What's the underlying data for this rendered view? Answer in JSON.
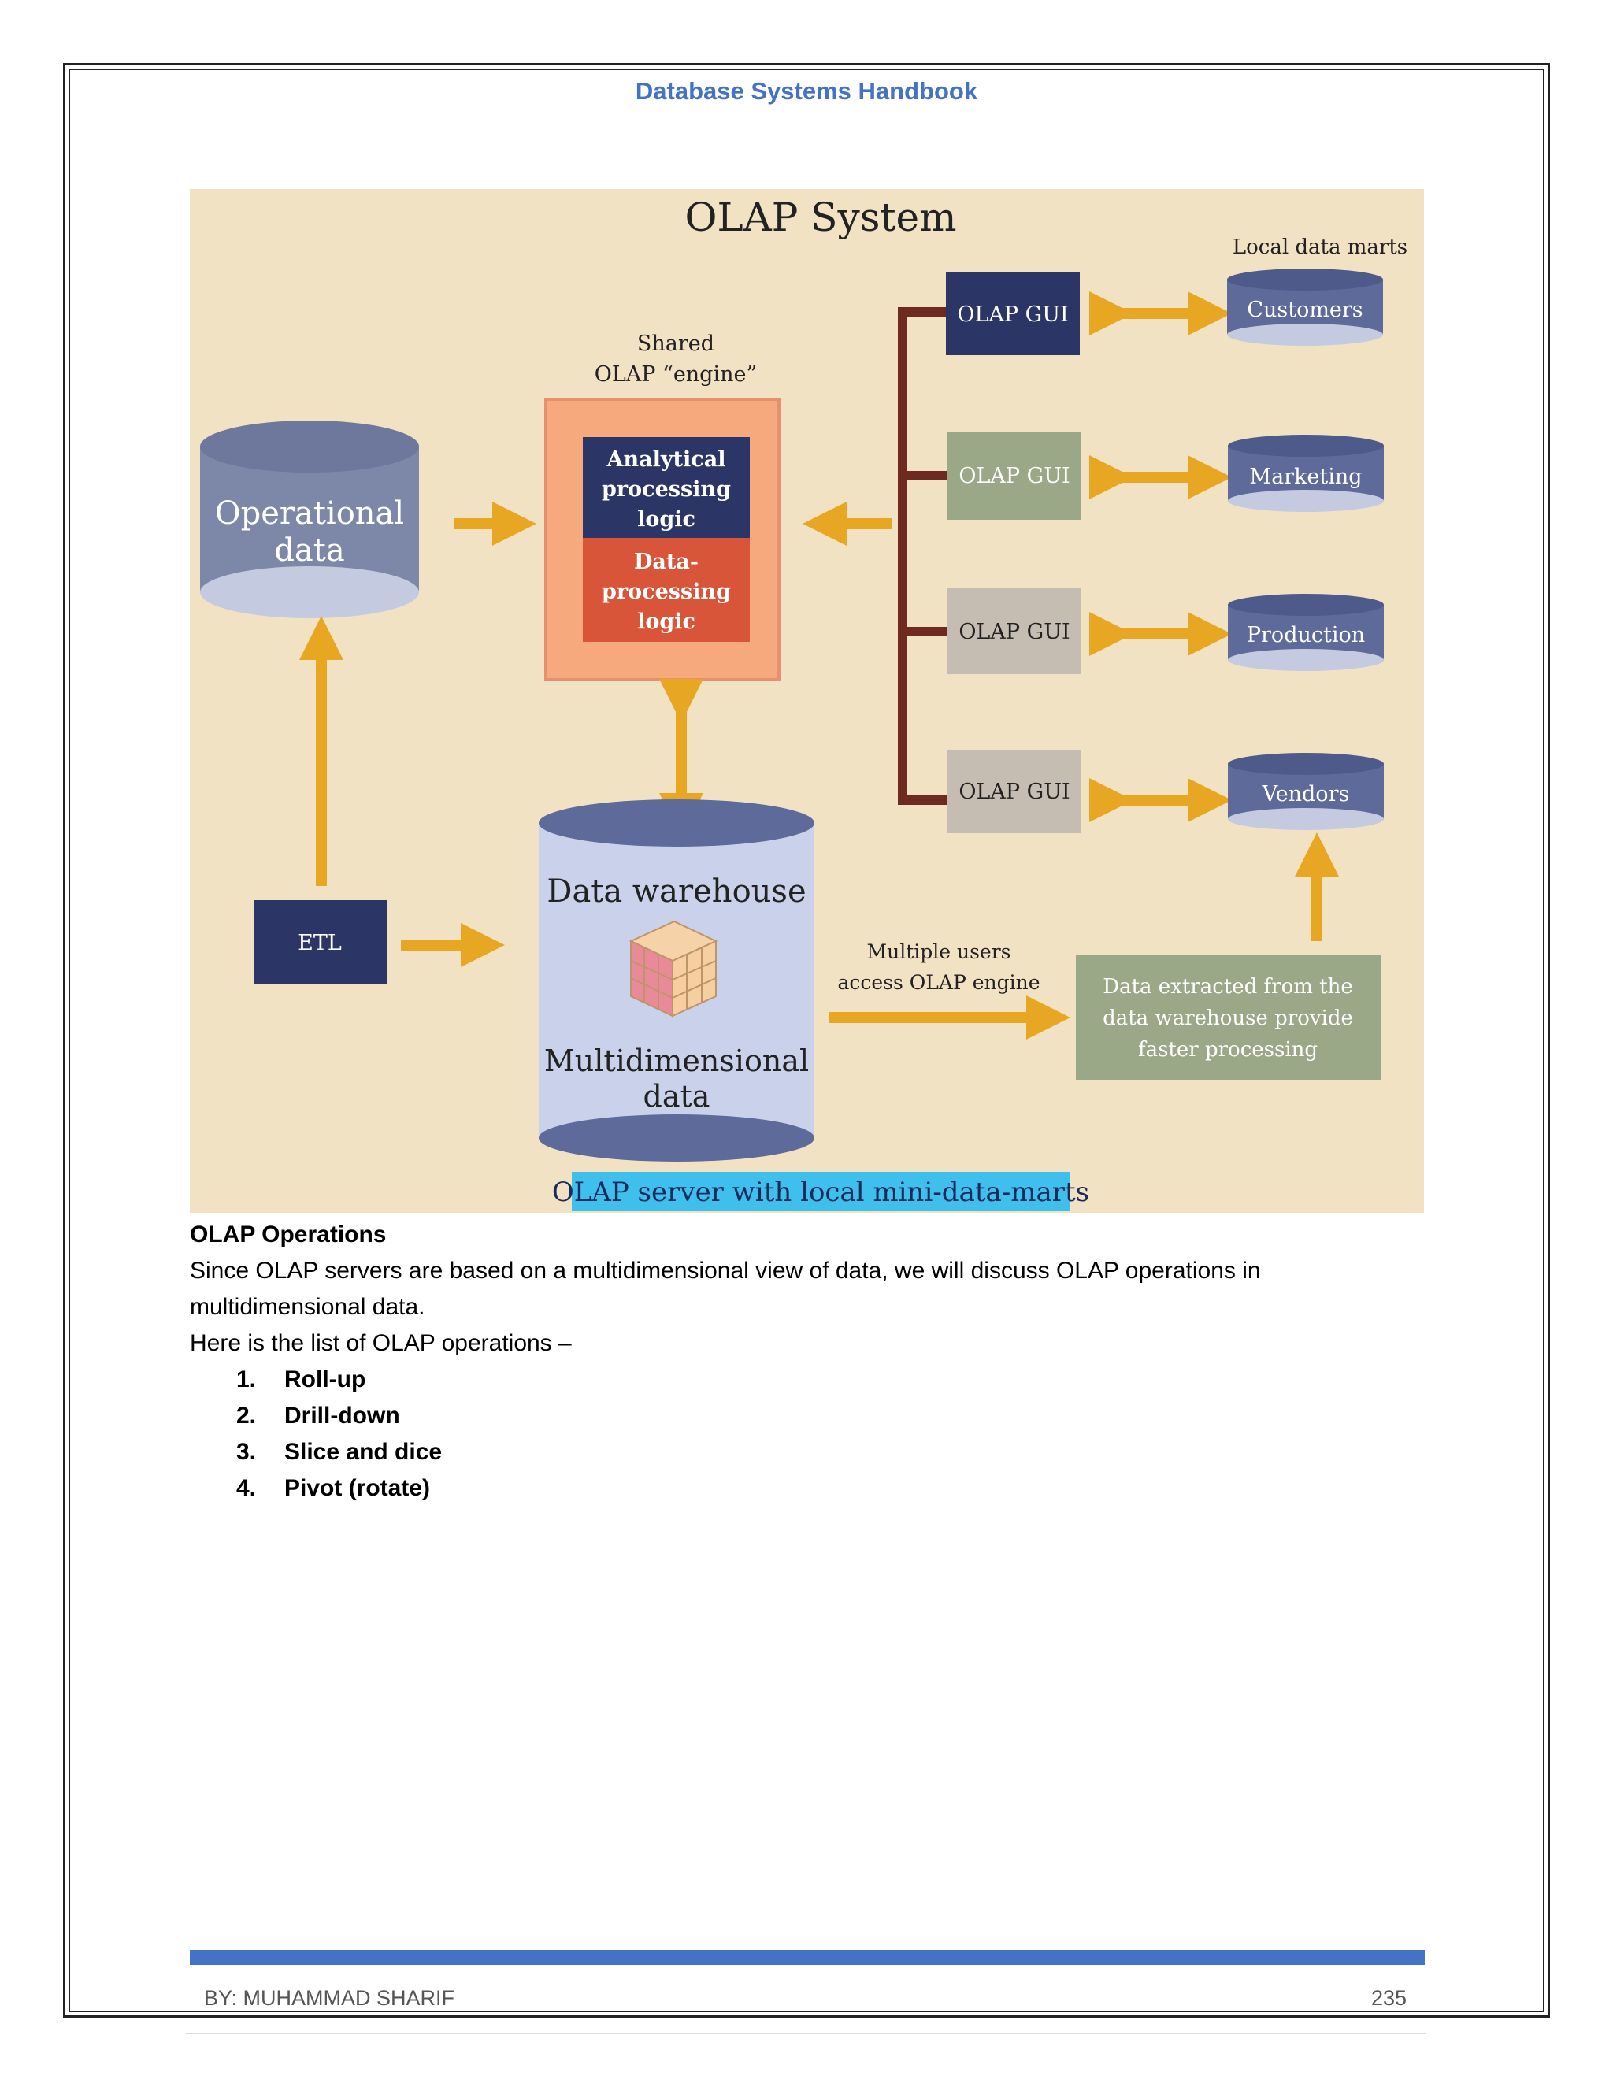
{
  "header": {
    "title": "Database Systems Handbook"
  },
  "figure": {
    "title": "OLAP System",
    "local_marts_label": "Local data marts",
    "shared_engine_label_1": "Shared",
    "shared_engine_label_2": "OLAP “engine”",
    "operational_1": "Operational",
    "operational_2": "data",
    "analytical_1": "Analytical",
    "analytical_2": "processing",
    "analytical_3": "logic",
    "dataproc_1": "Data-",
    "dataproc_2": "processing",
    "dataproc_3": "logic",
    "gui_labels": [
      "OLAP GUI",
      "OLAP GUI",
      "OLAP GUI",
      "OLAP GUI"
    ],
    "marts": [
      "Customers",
      "Marketing",
      "Production",
      "Vendors"
    ],
    "etl": "ETL",
    "warehouse_1": "Data warehouse",
    "warehouse_2": "Multidimensional",
    "warehouse_3": "data",
    "multi_users_1": "Multiple users",
    "multi_users_2": "access OLAP engine",
    "extract_1": "Data extracted from the",
    "extract_2": "data warehouse provide",
    "extract_3": "faster processing",
    "caption": "OLAP server with local mini-data-marts",
    "colors": {
      "background": "#f2e2c4",
      "navy": "#2b3566",
      "olive": "#9aa888",
      "gray_gui": "#c5bcb2",
      "cylinder": "#7d87a8",
      "orange_box": "#f5a97d",
      "red_logic": "#d9553a",
      "arrow": "#e8a722",
      "connector": "#6e2a21",
      "caption_bg": "#3fc0ec"
    }
  },
  "section": {
    "heading": "OLAP Operations",
    "para_1": "Since OLAP servers are based on a multidimensional view of data, we will discuss OLAP operations in",
    "para_2": "multidimensional data.",
    "list_intro": "Here is the list of OLAP operations –",
    "operations": [
      {
        "num": "1.",
        "label": "Roll-up"
      },
      {
        "num": "2.",
        "label": "Drill-down"
      },
      {
        "num": "3.",
        "label": "Slice and dice"
      },
      {
        "num": "4.",
        "label": "Pivot (rotate)"
      }
    ]
  },
  "footer": {
    "author": "BY: MUHAMMAD SHARIF",
    "page_number": "235"
  }
}
